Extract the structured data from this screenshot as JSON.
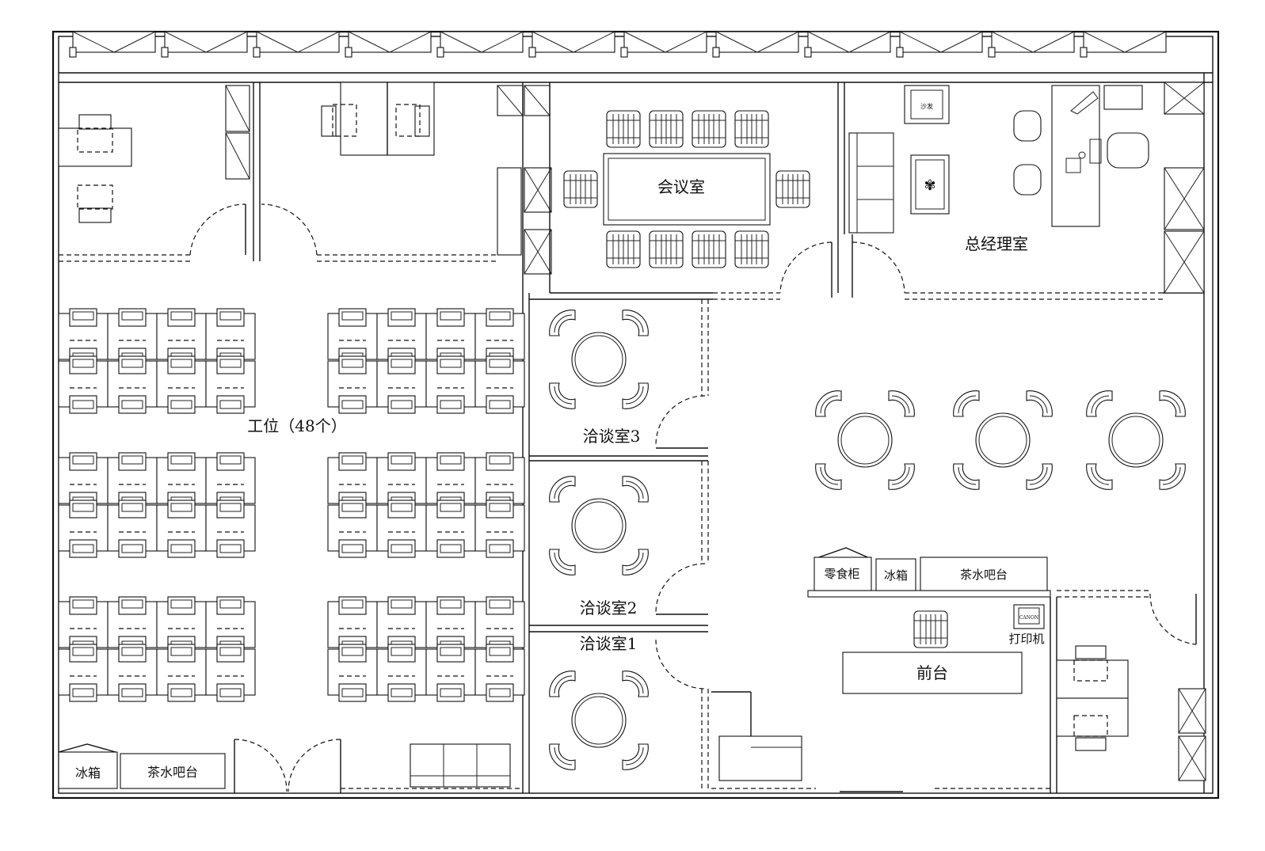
{
  "rooms": {
    "workstations": "工位（48个）",
    "meeting_room": "会议室",
    "gm_office": "总经理室",
    "negotiation_3": "洽谈室3",
    "negotiation_2": "洽谈室2",
    "negotiation_1": "洽谈室1",
    "reception": "前台"
  },
  "fixtures": {
    "fridge_left": "冰箱",
    "tea_bar_left": "茶水吧台",
    "snack_cabinet": "零食柜",
    "fridge_right": "冰箱",
    "tea_bar_right": "茶水吧台",
    "printer": "打印机",
    "sofa": "沙发",
    "printer_brand": "CANON"
  }
}
